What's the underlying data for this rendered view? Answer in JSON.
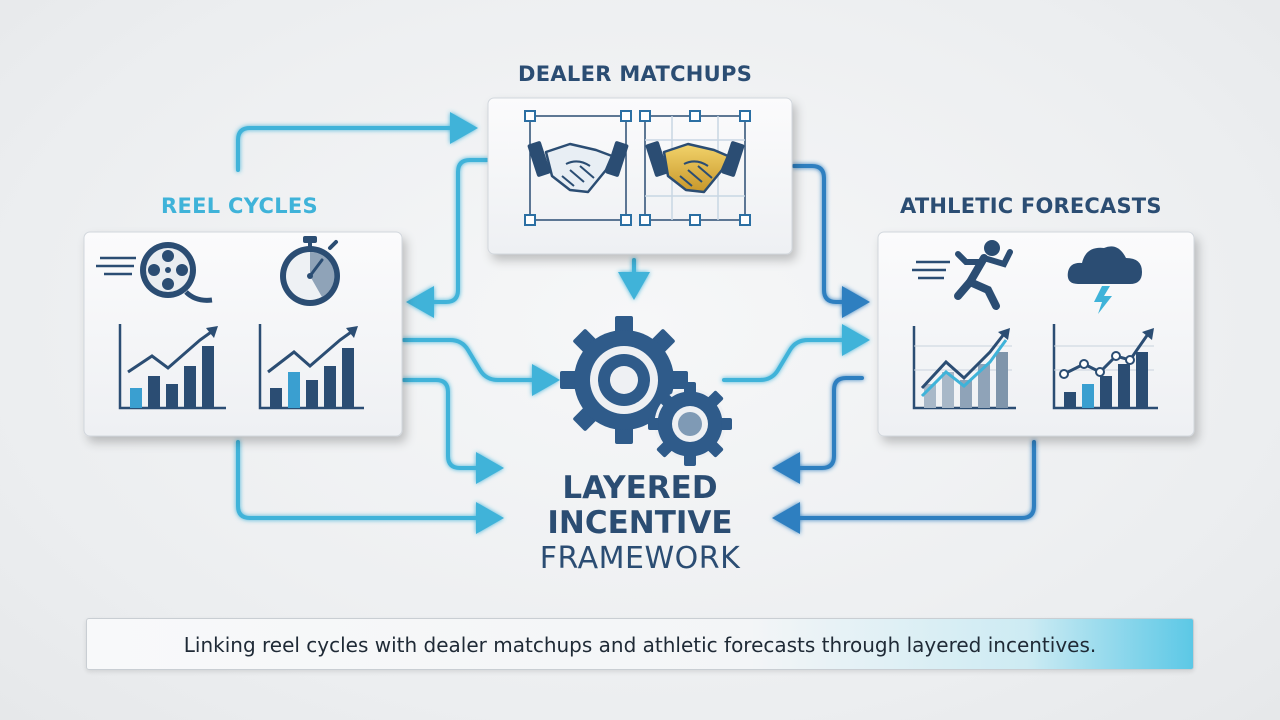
{
  "nodes": {
    "reel_cycles": {
      "label": "REEL CYCLES"
    },
    "dealer_matchups": {
      "label": "DEALER MATCHUPS"
    },
    "athletic_forecasts": {
      "label": "ATHLETIC FORECASTS"
    },
    "framework": {
      "line1": "LAYERED",
      "line2": "INCENTIVE",
      "line3": "FRAMEWORK"
    }
  },
  "caption": "Linking reel cycles with dealer matchups and athletic forecasts through layered incentives.",
  "icons": {
    "reel_cycles": [
      "film-reel-icon",
      "stopwatch-icon",
      "bar-chart-icon",
      "bar-chart-icon"
    ],
    "dealer_matchups": [
      "handshake-icon",
      "handshake-icon"
    ],
    "athletic_forecasts": [
      "runner-icon",
      "storm-cloud-icon",
      "bar-chart-icon",
      "bar-chart-icon"
    ],
    "framework": [
      "gears-icon"
    ]
  },
  "colors": {
    "navy": "#2b4d73",
    "connector": "#3fb3d9",
    "accent": "#5cc8e6",
    "gold": "#d9b13c"
  }
}
